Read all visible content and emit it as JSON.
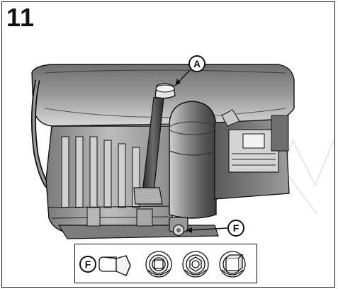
{
  "figure": {
    "step_number": "11",
    "callouts": {
      "a_label": "A",
      "f_label": "F"
    },
    "legend": {
      "callout_label": "F"
    },
    "colors": {
      "line": "#111111",
      "shade_dark": "#444444",
      "shade_mid": "#8a8a8a",
      "shade_light": "#cfcfcf"
    }
  }
}
